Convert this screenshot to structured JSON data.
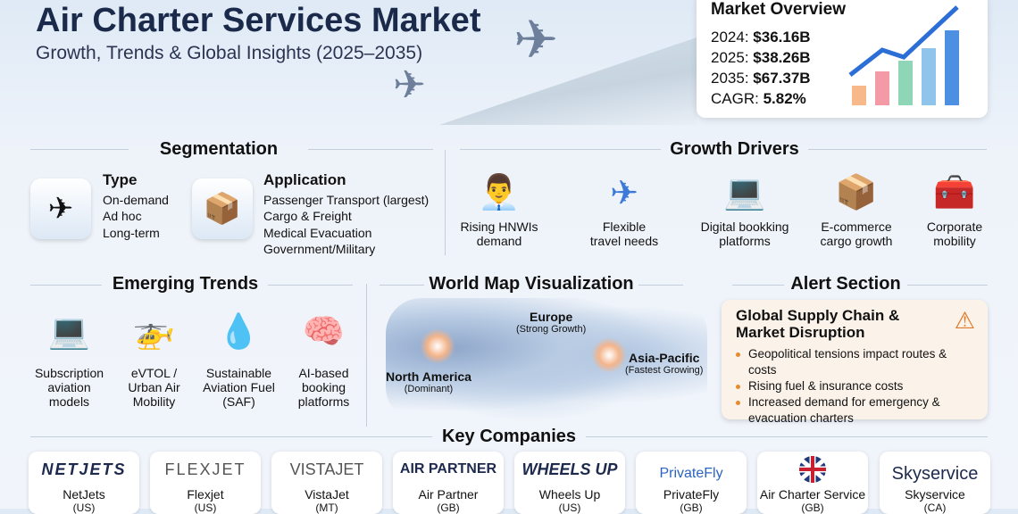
{
  "header": {
    "title": "Air Charter Services Market",
    "subtitle": "Growth, Trends & Global Insights (2025–2035)"
  },
  "overview": {
    "title": "Market Overview",
    "rows": [
      {
        "label": "2024:",
        "value": "$36.16B"
      },
      {
        "label": "2025:",
        "value": "$38.26B"
      },
      {
        "label": "2035:",
        "value": "$67.37B"
      },
      {
        "label": "CAGR:",
        "value": "5.82%"
      }
    ]
  },
  "segmentation": {
    "title": "Segmentation",
    "type": {
      "title": "Type",
      "items": [
        "On-demand",
        "Ad hoc",
        "Long-term"
      ]
    },
    "application": {
      "title": "Application",
      "items": [
        "Passenger Transport (largest)",
        "Cargo & Freight",
        "Medical Evacuation",
        "Government/Military"
      ]
    }
  },
  "drivers": {
    "title": "Growth Drivers",
    "items": [
      {
        "l1": "Rising HNWIs",
        "l2": "demand",
        "icon": "businessman-icon"
      },
      {
        "l1": "Flexible",
        "l2": "travel needs",
        "icon": "airplane-icon"
      },
      {
        "l1": "Digital bookking",
        "l2": "platforms",
        "icon": "laptop-booking-icon"
      },
      {
        "l1": "E-commerce",
        "l2": "cargo growth",
        "icon": "package-icon"
      },
      {
        "l1": "Corporate",
        "l2": "mobility",
        "icon": "briefcase-icon"
      }
    ]
  },
  "trends": {
    "title": "Emerging Trends",
    "items": [
      {
        "l1": "Subscription",
        "l2": "aviation",
        "l3": "models"
      },
      {
        "l1": "eVTOL /",
        "l2": "Urban Air",
        "l3": "Mobility"
      },
      {
        "l1": "Sustainable",
        "l2": "Aviation Fuel",
        "l3": "(SAF)"
      },
      {
        "l1": "AI-based",
        "l2": "booking",
        "l3": "platforms"
      }
    ]
  },
  "map": {
    "title": "World Map Visualization",
    "regions": [
      {
        "name": "North America",
        "note": "(Dominant)"
      },
      {
        "name": "Europe",
        "note": "(Strong Growth)"
      },
      {
        "name": "Asia-Pacific",
        "note": "(Fastest Growing)"
      }
    ]
  },
  "alert": {
    "title": "Alert Section",
    "heading": "Global Supply Chain & Market Disruption",
    "items": [
      "Geopolitical tensions impact routes & costs",
      "Rising fuel & insurance costs",
      "Increased demand for emergency & evacuation charters"
    ]
  },
  "companies": {
    "title": "Key Companies",
    "items": [
      {
        "logo": "NETJETS",
        "name": "NetJets",
        "cc": "(US)"
      },
      {
        "logo": "FLEXJET",
        "name": "Flexjet",
        "cc": "(US)"
      },
      {
        "logo": "VISTAJET",
        "name": "VistaJet",
        "cc": "(MT)"
      },
      {
        "logo": "AIR PARTNER",
        "name": "Air Partner",
        "cc": "(GB)"
      },
      {
        "logo": "WHEELS UP",
        "name": "Wheels Up",
        "cc": "(US)"
      },
      {
        "logo": "PrivateFly",
        "name": "PrivateFly",
        "cc": "(GB)"
      },
      {
        "logo": "",
        "name": "Air Charter Service",
        "cc": "(GB)"
      },
      {
        "logo": "Skyservice",
        "name": "Skyservice",
        "cc": "(CA)"
      }
    ]
  }
}
